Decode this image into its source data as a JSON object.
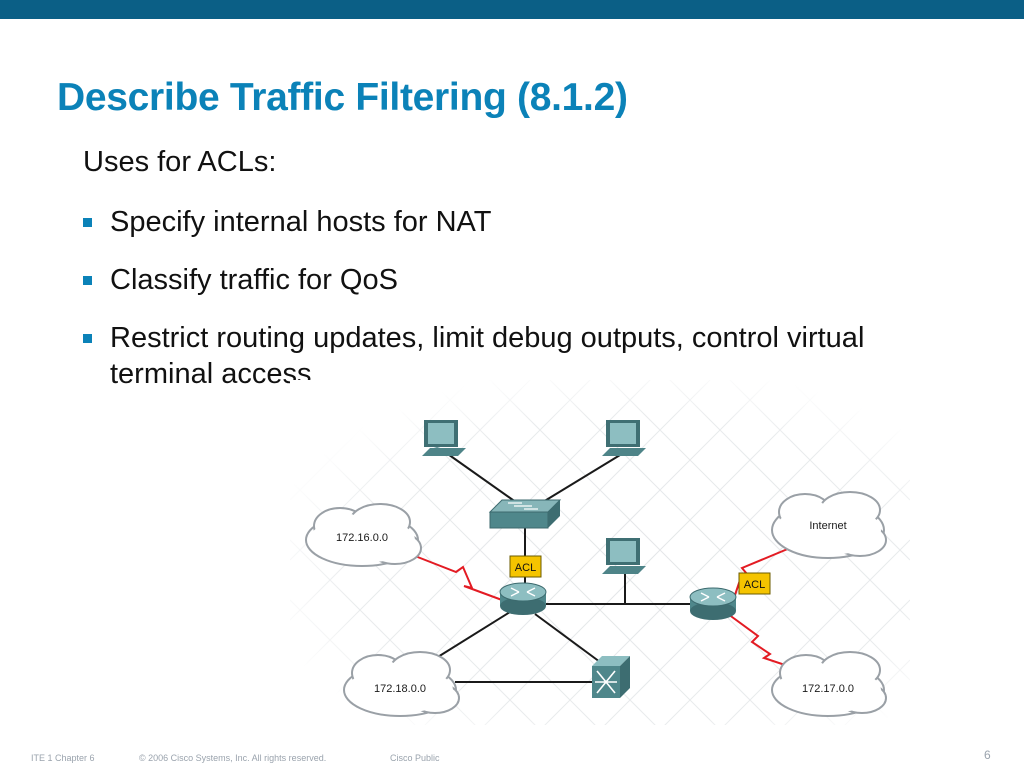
{
  "slide": {
    "title": "Describe Traffic Filtering (8.1.2)",
    "intro": "Uses for ACLs:",
    "bullets": [
      "Specify internal hosts for NAT",
      "Classify traffic for QoS",
      "Restrict routing updates, limit debug outputs, control virtual terminal access"
    ]
  },
  "diagram": {
    "clouds": {
      "net_172_16": "172.16.0.0",
      "internet": "Internet",
      "net_172_18": "172.18.0.0",
      "net_172_17": "172.17.0.0"
    },
    "acl_labels": {
      "left_router": "ACL",
      "right_router": "ACL"
    },
    "colors": {
      "acl_fill": "#f5c400",
      "serial_link": "#e31b23",
      "device_body": "#5f9a9e",
      "monitor": "#7fb2b5"
    },
    "icons": [
      "pc-icon",
      "switch-icon",
      "router-icon",
      "atm-switch-icon",
      "cloud-icon"
    ]
  },
  "footer": {
    "course": "ITE 1 Chapter 6",
    "copyright": "© 2006 Cisco Systems, Inc. All rights reserved.",
    "classification": "Cisco Public",
    "page": "6"
  },
  "theme": {
    "header_bar": "#0b5f86",
    "title_color": "#0b82b8"
  }
}
